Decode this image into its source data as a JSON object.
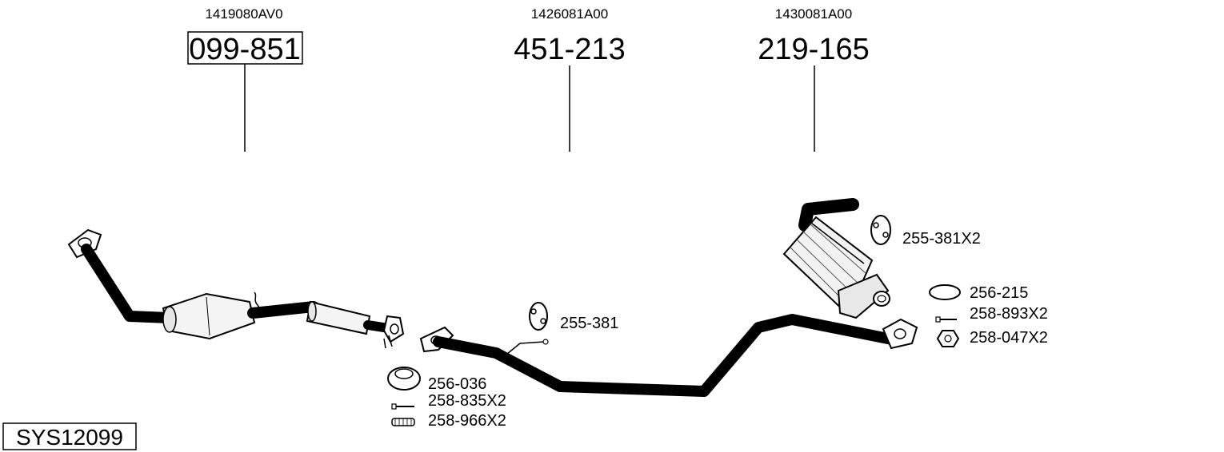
{
  "system_code": "SYS12099",
  "headers": [
    {
      "oem": "1419080AV0",
      "part": "099-851",
      "boxed": true
    },
    {
      "oem": "1426081A00",
      "part": "451-213",
      "boxed": false
    },
    {
      "oem": "1430081A00",
      "part": "219-165",
      "boxed": false
    }
  ],
  "labels": {
    "front_gasket": "256-036",
    "front_bolt": "258-835X2",
    "front_spring": "258-966X2",
    "mid_hanger": "255-381",
    "rear_hangers": "255-381X2",
    "rear_ring": "256-215",
    "rear_bolt": "258-893X2",
    "rear_nut": "258-047X2"
  }
}
